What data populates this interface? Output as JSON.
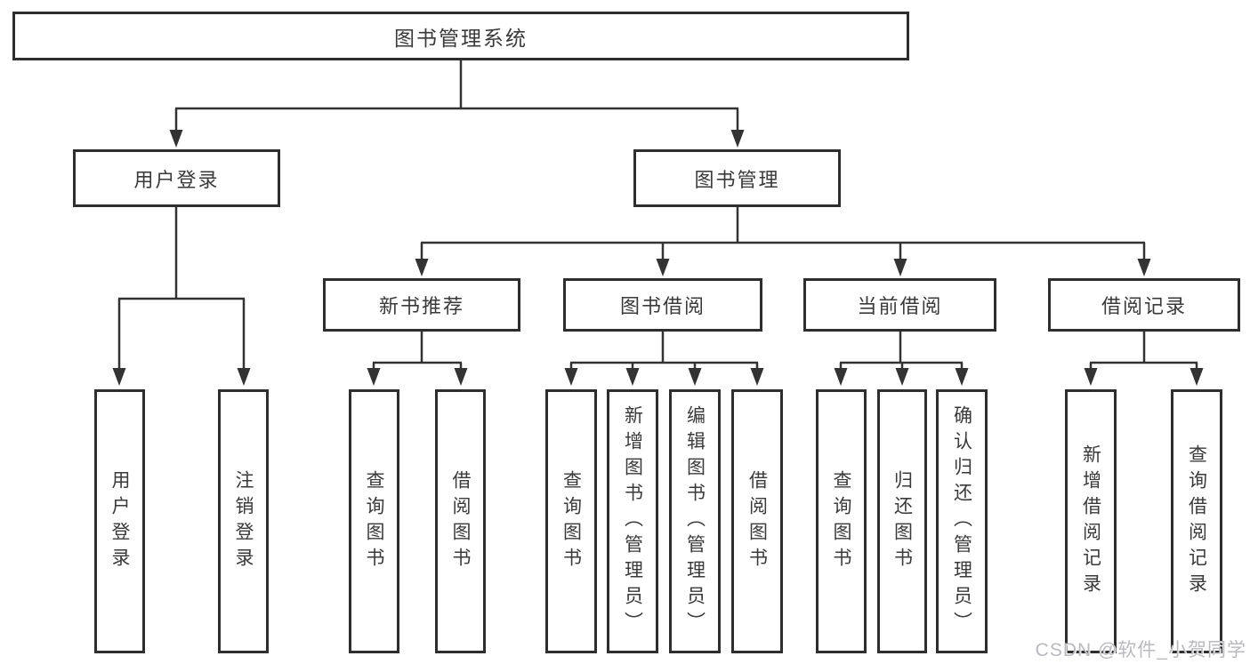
{
  "diagram": {
    "type": "tree",
    "colors": {
      "line": "#333333",
      "box_border": "#2e2e2e",
      "text": "#3a3a3a",
      "watermark": "#b9b9be",
      "background": "#ffffff"
    },
    "watermark": "CSDN @软件_小贺同学",
    "tree": {
      "root": {
        "label": "图书管理系统",
        "children": [
          {
            "label": "用户登录",
            "children": [
              {
                "label": "用户登录"
              },
              {
                "label": "注销登录"
              }
            ]
          },
          {
            "label": "图书管理",
            "children": [
              {
                "label": "新书推荐",
                "children": [
                  {
                    "label": "查询图书"
                  },
                  {
                    "label": "借阅图书"
                  }
                ]
              },
              {
                "label": "图书借阅",
                "children": [
                  {
                    "label": "查询图书"
                  },
                  {
                    "label": "新增图书（管理员）"
                  },
                  {
                    "label": "编辑图书（管理员）"
                  },
                  {
                    "label": "借阅图书"
                  }
                ]
              },
              {
                "label": "当前借阅",
                "children": [
                  {
                    "label": "查询图书"
                  },
                  {
                    "label": "归还图书"
                  },
                  {
                    "label": "确认归还（管理员）"
                  }
                ]
              },
              {
                "label": "借阅记录",
                "children": [
                  {
                    "label": "新增借阅记录"
                  },
                  {
                    "label": "查询借阅记录"
                  }
                ]
              }
            ]
          }
        ]
      }
    }
  }
}
